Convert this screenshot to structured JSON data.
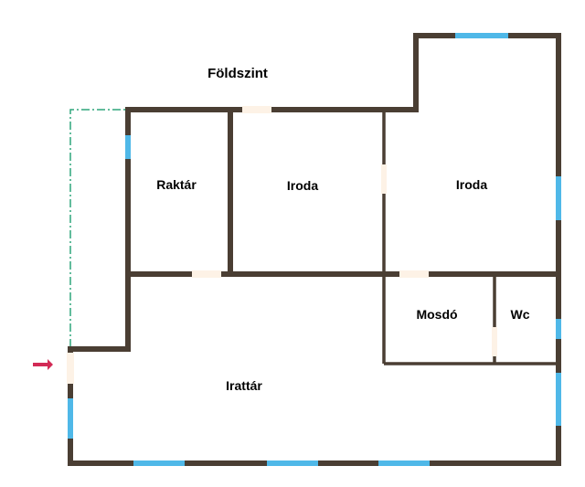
{
  "plan": {
    "floor_title": "Földszint",
    "rooms": {
      "raktar": "Raktár",
      "iroda_middle": "Iroda",
      "iroda_right": "Iroda",
      "mosdo": "Mosdó",
      "wc": "Wc",
      "irattar": "Irattár"
    }
  },
  "colors": {
    "wall": "#4a3e33",
    "window": "#4fb8e8",
    "door_gap": "#fdf2e6",
    "dashed_outline": "#2ea67c",
    "entrance_arrow": "#d22a55"
  }
}
